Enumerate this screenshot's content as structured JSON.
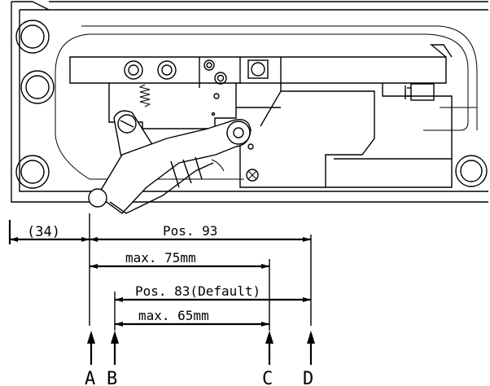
{
  "dimensions": {
    "offset": "(34)",
    "pos93": "Pos. 93",
    "max75": "max. 75mm",
    "pos83": "Pos. 83(Default)",
    "max65": "max. 65mm"
  },
  "markers": {
    "a": "A",
    "b": "B",
    "c": "C",
    "d": "D"
  }
}
